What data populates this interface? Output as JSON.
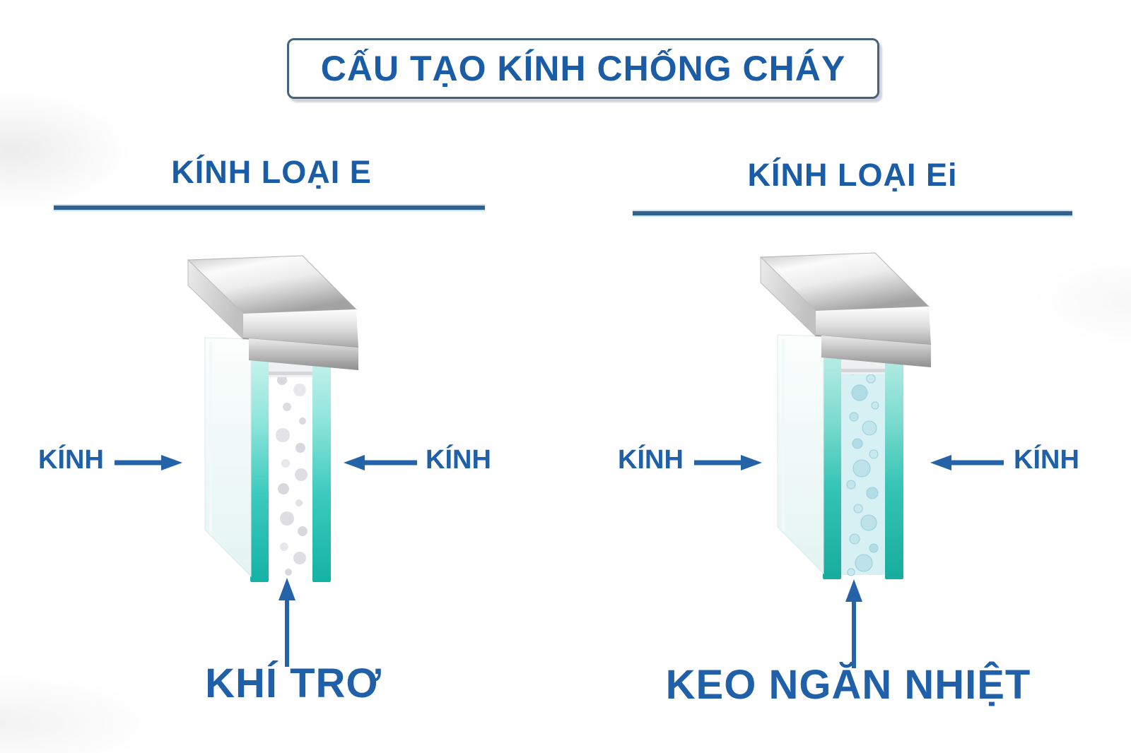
{
  "title": "CẤU TẠO KÍNH CHỐNG CHÁY",
  "panels": {
    "e": {
      "heading": "KÍNH LOẠI E",
      "glass_label_left": "KÍNH",
      "glass_label_right": "KÍNH",
      "core_label": "KHÍ TRƠ"
    },
    "ei": {
      "heading": "KÍNH LOẠI Ei",
      "glass_label_left": "KÍNH",
      "glass_label_right": "KÍNH",
      "core_label": "KEO NGĂN NHIỆT"
    }
  },
  "colors": {
    "primary_blue": "#1b5ca6",
    "label_blue": "#2060a8",
    "arrow_blue": "#2563a8",
    "underline_blue": "#33618e",
    "glass_edge_teal": "#1ebdb2",
    "inert_gas_white": "#ffffff",
    "heat_gel_cyan": "#d6f0f3",
    "frame_gray": "#b0b0b0",
    "background": "#ffffff"
  }
}
